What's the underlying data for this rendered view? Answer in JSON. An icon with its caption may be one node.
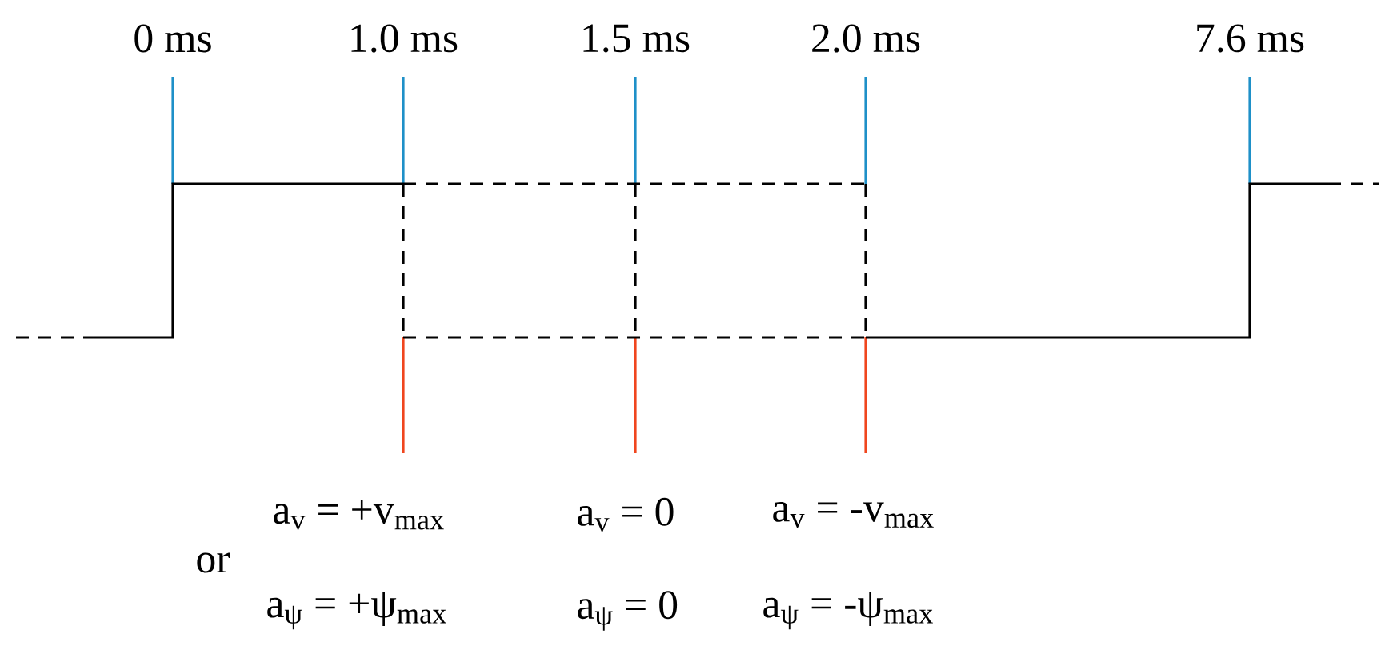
{
  "diagram": {
    "labels": [
      "0 ms",
      "1.0 ms",
      "1.5 ms",
      "2.0 ms",
      "7.6 ms",
      "a$_{v}$ = +v$_{max}$",
      "a$_{v}$ = 0",
      "a$_{v}$ = -v$_{max}$",
      "or",
      "a$_{ψ}$ = +ψ$_{max}$",
      "a$_{ψ}$ = 0",
      "a$_{ψ}$ = -ψ$_{max}$"
    ]
  }
}
